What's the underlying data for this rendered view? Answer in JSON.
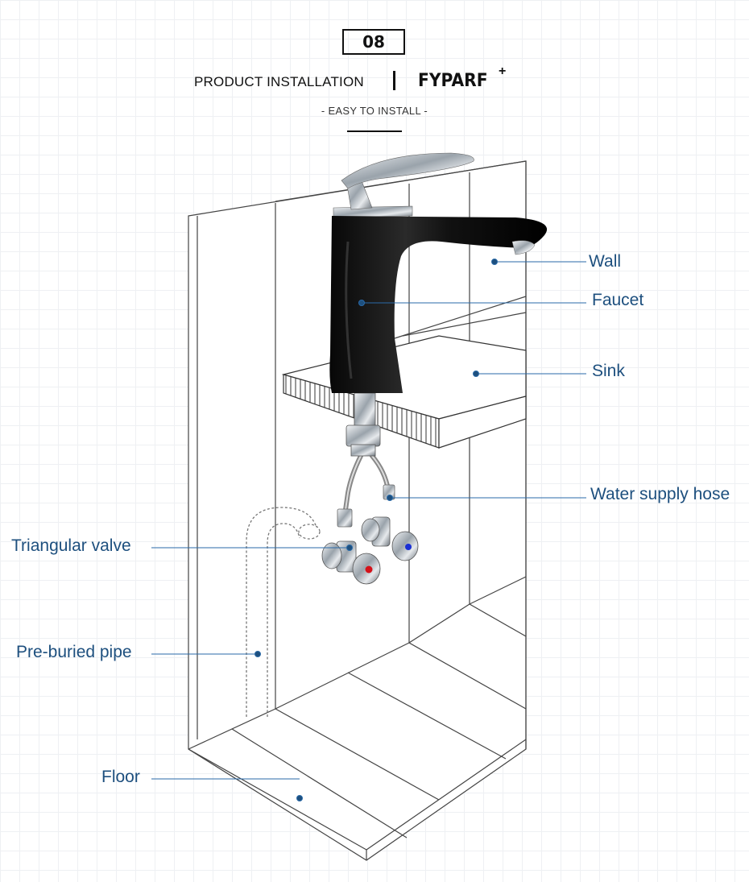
{
  "header": {
    "step_number": "08",
    "title": "PRODUCT INSTALLATION",
    "brand": "FYPARF",
    "brand_mark": "+",
    "subtitle": "- EASY TO INSTALL -"
  },
  "callouts": {
    "wall": "Wall",
    "faucet": "Faucet",
    "sink": "Sink",
    "water_supply_hose": "Water supply hose",
    "triangular_valve": "Triangular valve",
    "pre_buried_pipe": "Pre-buried pipe",
    "floor": "Floor"
  },
  "colors": {
    "callout_text": "#1d4f7e",
    "callout_line": "#2a6aa8",
    "faucet_body": "#141414",
    "hot_knob": "#d4121a",
    "cold_knob": "#1a2fd4"
  }
}
